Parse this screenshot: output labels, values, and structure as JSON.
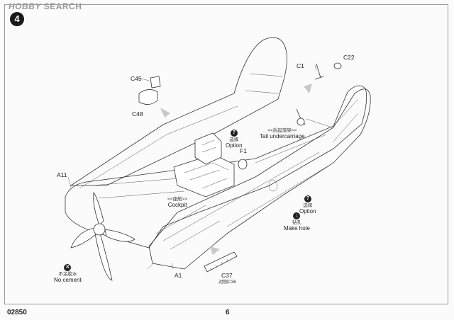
{
  "watermark": {
    "brand": "HOBBY",
    "rest": "SEARCH"
  },
  "step_number": "4",
  "parts": {
    "c45": "C45",
    "c48": "C48",
    "c1": "C1",
    "c22": "C22",
    "f1": "F1",
    "a11": "A11",
    "a1": "A1",
    "c37": "C37"
  },
  "labels": {
    "option_top_cn": "选择",
    "option_top_en": "Option",
    "tail_cn": "<<后起落架>>",
    "tail_en": "Tail undercarriage",
    "cockpit_cn": "<<座舱>>",
    "cockpit_en": "Cockpit",
    "option_right_cn": "选择",
    "option_right_en": "Option",
    "makehole_cn": "钻孔",
    "makehole_en": "Make hole",
    "nocement_cn": "不涂胶水",
    "nocement_en": "No cement",
    "c36_note": "对侧C36",
    "option_icon": "?",
    "makehole_icon": "↓",
    "nocement_icon": "✕"
  },
  "footer": {
    "code": "02850",
    "page": "6"
  }
}
